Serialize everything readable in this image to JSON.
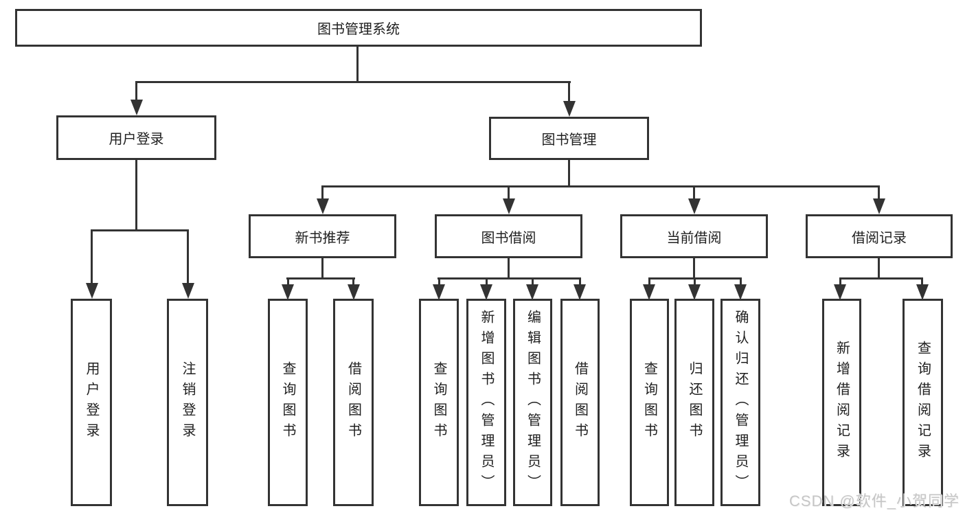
{
  "tree": {
    "label": "图书管理系统",
    "children": [
      {
        "label": "用户登录",
        "children": [
          {
            "label": "用户登录"
          },
          {
            "label": "注销登录"
          }
        ]
      },
      {
        "label": "图书管理",
        "children": [
          {
            "label": "新书推荐",
            "children": [
              {
                "label": "查询图书"
              },
              {
                "label": "借阅图书"
              }
            ]
          },
          {
            "label": "图书借阅",
            "children": [
              {
                "label": "查询图书"
              },
              {
                "label": "新增图书（管理员）"
              },
              {
                "label": "编辑图书（管理员）"
              },
              {
                "label": "借阅图书"
              }
            ]
          },
          {
            "label": "当前借阅",
            "children": [
              {
                "label": "查询图书"
              },
              {
                "label": "归还图书"
              },
              {
                "label": "确认归还（管理员）"
              }
            ]
          },
          {
            "label": "借阅记录",
            "children": [
              {
                "label": "新增借阅记录"
              },
              {
                "label": "查询借阅记录"
              }
            ]
          }
        ]
      }
    ]
  },
  "watermark": "CSDN @软件_小贺同学",
  "colors": {
    "line": "#333333",
    "text": "#1f1f1f",
    "watermark_text": "#c6c6c6",
    "background": "#ffffff"
  }
}
